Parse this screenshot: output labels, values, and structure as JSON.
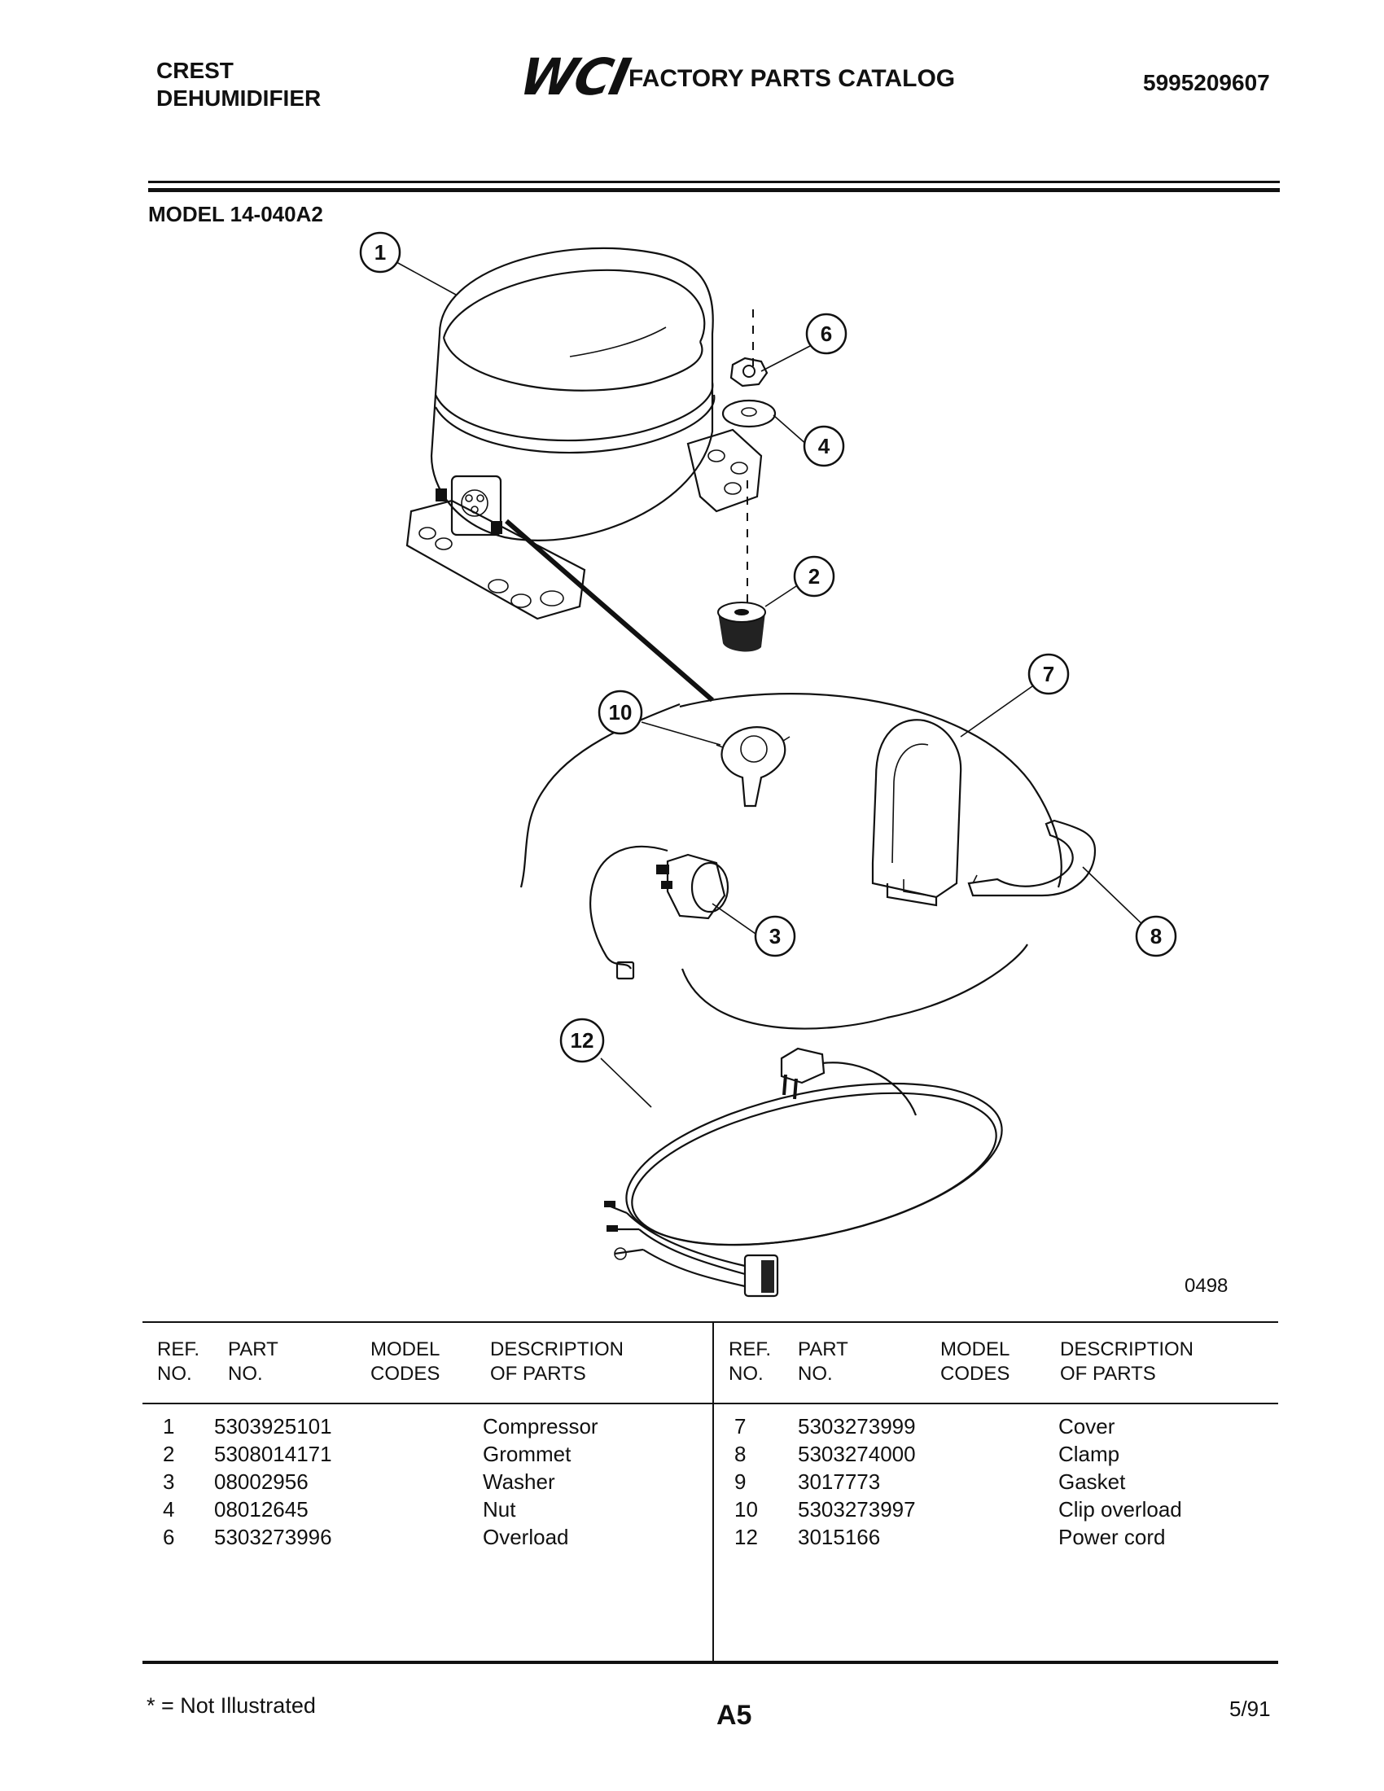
{
  "header": {
    "brand_line1": "CREST",
    "brand_line2": "DEHUMIDIFIER",
    "logo": "WCI",
    "catalog_title": "FACTORY PARTS CATALOG",
    "catalog_number": "5995209607"
  },
  "model": "MODEL 14-040A2",
  "diagram": {
    "figure_code": "0498",
    "callouts": [
      "1",
      "2",
      "3",
      "4",
      "6",
      "7",
      "8",
      "10",
      "12"
    ]
  },
  "table": {
    "headers": {
      "ref": [
        "REF.",
        "NO."
      ],
      "part": [
        "PART",
        "NO."
      ],
      "model": [
        "MODEL",
        "CODES"
      ],
      "desc": [
        "DESCRIPTION",
        "OF PARTS"
      ]
    },
    "left_rows": [
      {
        "ref": "1",
        "part": "5303925101",
        "codes": "",
        "desc": "Compressor"
      },
      {
        "ref": "2",
        "part": "5308014171",
        "codes": "",
        "desc": "Grommet"
      },
      {
        "ref": "3",
        "part": "08002956",
        "codes": "",
        "desc": "Washer"
      },
      {
        "ref": "4",
        "part": "08012645",
        "codes": "",
        "desc": "Nut"
      },
      {
        "ref": "6",
        "part": "5303273996",
        "codes": "",
        "desc": "Overload"
      }
    ],
    "right_rows": [
      {
        "ref": "7",
        "part": "5303273999",
        "codes": "",
        "desc": "Cover"
      },
      {
        "ref": "8",
        "part": "5303274000",
        "codes": "",
        "desc": "Clamp"
      },
      {
        "ref": "9",
        "part": "3017773",
        "codes": "",
        "desc": "Gasket"
      },
      {
        "ref": "10",
        "part": "5303273997",
        "codes": "",
        "desc": "Clip overload"
      },
      {
        "ref": "12",
        "part": "3015166",
        "codes": "",
        "desc": "Power cord"
      }
    ]
  },
  "footer": {
    "note": "* = Not Illustrated",
    "page": "A5",
    "date": "5/91"
  }
}
